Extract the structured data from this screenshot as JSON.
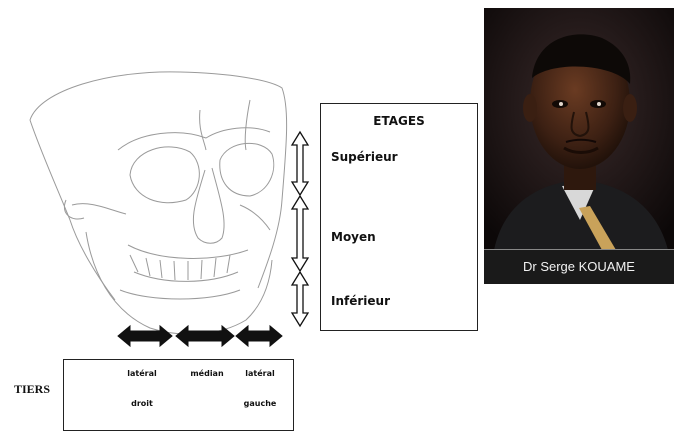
{
  "etages": {
    "title": "ETAGES",
    "levels": [
      "Supérieur",
      "Moyen",
      "Inférieur"
    ]
  },
  "tiers": {
    "label": "TIERS",
    "columns": [
      {
        "top": "latéral",
        "bottom": "droit"
      },
      {
        "top": "médian",
        "bottom": ""
      },
      {
        "top": "latéral",
        "bottom": "gauche"
      }
    ]
  },
  "photo": {
    "caption": "Dr  Serge KOUAME"
  }
}
